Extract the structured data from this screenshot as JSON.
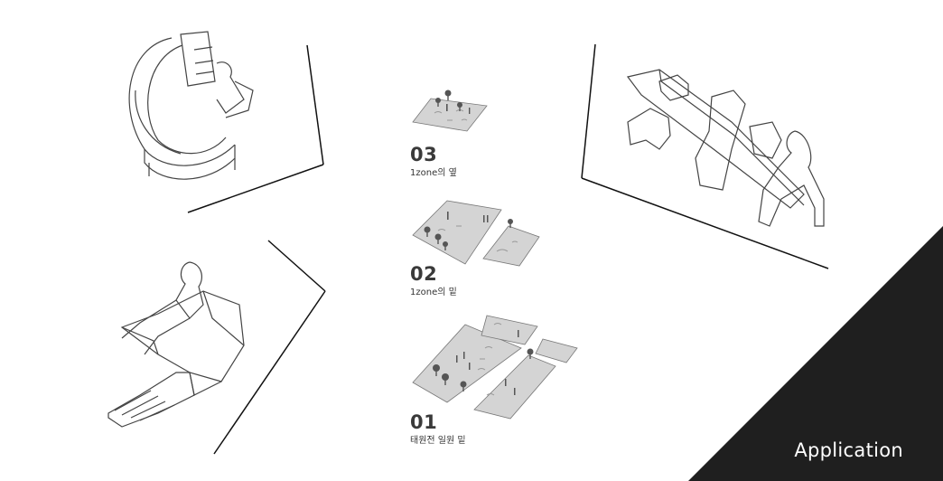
{
  "zones": [
    {
      "number": "03",
      "caption": "1zone의 옆"
    },
    {
      "number": "02",
      "caption": "1zone의 밑"
    },
    {
      "number": "01",
      "caption": "태원전 일원 밑"
    }
  ],
  "section_label": "Application",
  "colors": {
    "corner": "#1f1f1f",
    "plot": "#d4d4d4",
    "stroke": "#555555"
  }
}
